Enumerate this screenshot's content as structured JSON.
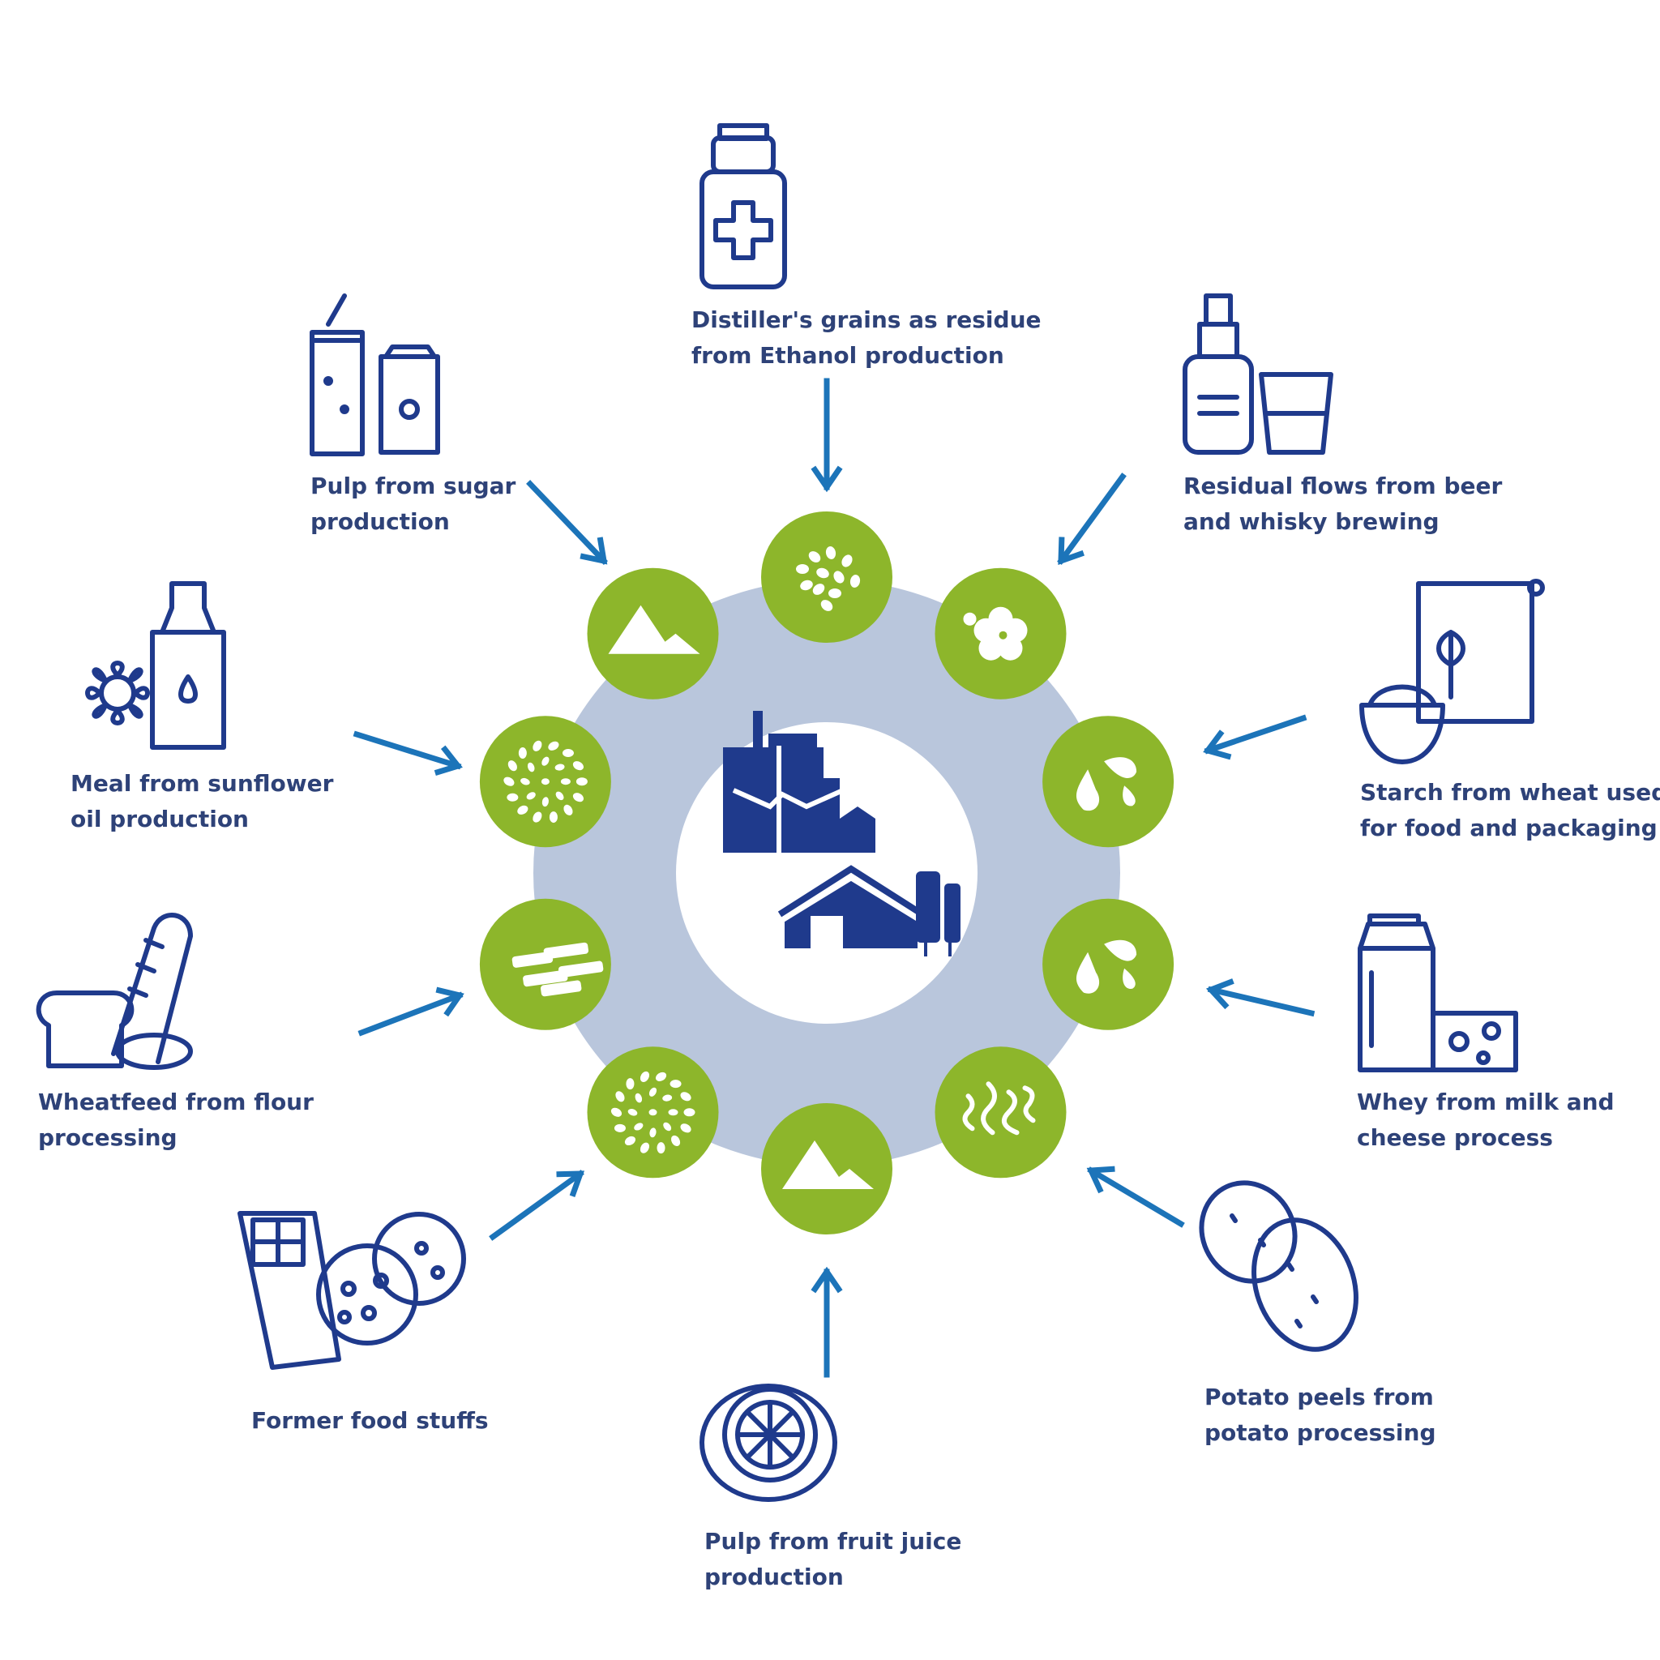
{
  "colors": {
    "navy": "#1f3a8c",
    "text": "#2e4278",
    "arrow": "#1c74b9",
    "green": "#8db62b",
    "ring": "#b9c6dc"
  },
  "center": {
    "icons": [
      "factory-icon",
      "farm-barn-silo-icon"
    ]
  },
  "ring_nodes": [
    {
      "icon": "grains"
    },
    {
      "icon": "flower-yeast"
    },
    {
      "icon": "droplets"
    },
    {
      "icon": "droplets"
    },
    {
      "icon": "fibers"
    },
    {
      "icon": "powder-pile"
    },
    {
      "icon": "grains-ring"
    },
    {
      "icon": "pellets"
    },
    {
      "icon": "grains-ring"
    },
    {
      "icon": "powder-pile"
    }
  ],
  "sources": [
    {
      "icon": "medicine-bottle-icon",
      "lines": [
        "Distiller's grains as residue",
        "from Ethanol production"
      ]
    },
    {
      "icon": "whisky-bottle-glass-icon",
      "lines": [
        "Residual flows from beer",
        "and whisky brewing"
      ]
    },
    {
      "icon": "flour-bag-icon",
      "lines": [
        "Starch from wheat used",
        "for food and packaging"
      ]
    },
    {
      "icon": "milk-cheese-icon",
      "lines": [
        "Whey from milk and",
        "cheese process"
      ]
    },
    {
      "icon": "potatoes-icon",
      "lines": [
        "Potato peels from",
        "potato processing"
      ]
    },
    {
      "icon": "lemon-icon",
      "lines": [
        "Pulp from fruit juice",
        "production"
      ]
    },
    {
      "icon": "chocolate-cookie-icon",
      "lines": [
        "Former food stuffs"
      ]
    },
    {
      "icon": "bread-icon",
      "lines": [
        "Wheatfeed from flour",
        "processing"
      ]
    },
    {
      "icon": "sunflower-oil-icon",
      "lines": [
        "Meal from sunflower",
        "oil production"
      ]
    },
    {
      "icon": "soda-glass-can-icon",
      "lines": [
        "Pulp from sugar",
        "production"
      ]
    }
  ]
}
